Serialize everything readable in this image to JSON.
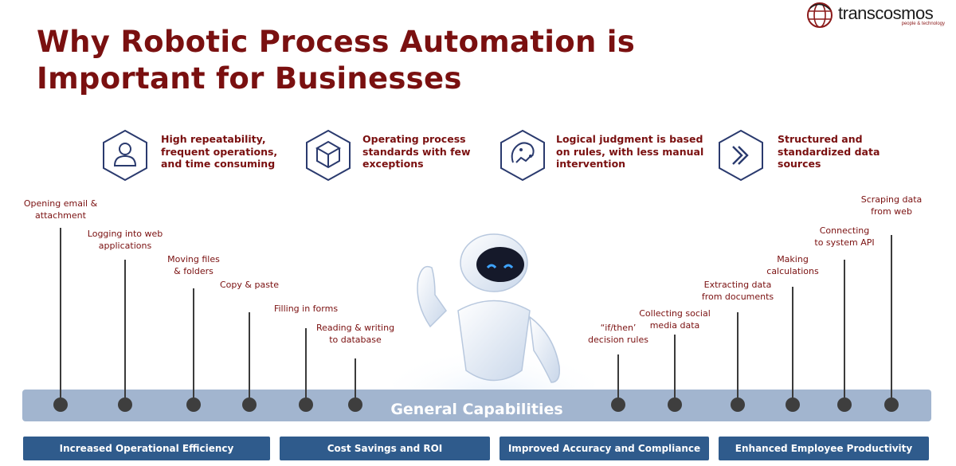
{
  "title": "Why Robotic Process Automation is Important for Businesses",
  "logo": {
    "name": "transcosmos",
    "tagline": "people & technology"
  },
  "criteria": [
    {
      "icon": "person-icon",
      "text": [
        "High repeatability,",
        "frequent operations,",
        "and time consuming"
      ]
    },
    {
      "icon": "cube-icon",
      "text": [
        "Operating process",
        "standards with few",
        "exceptions"
      ]
    },
    {
      "icon": "brain-circuit-icon",
      "text": [
        "Logical judgment is based",
        "on rules, with less manual",
        "intervention"
      ]
    },
    {
      "icon": "play-arrow-icon",
      "text": [
        "Structured and",
        "standardized data",
        "sources"
      ]
    }
  ],
  "capabilities": {
    "label": "General Capabilities",
    "items": [
      [
        "Opening email &",
        "attachment"
      ],
      [
        "Logging into web",
        "applications"
      ],
      [
        "Moving files",
        "& folders"
      ],
      [
        "Copy & paste"
      ],
      [
        "Filling in forms"
      ],
      [
        "Reading & writing",
        "to database"
      ],
      [
        "“if/then’",
        "decision rules"
      ],
      [
        "Collecting social",
        "media data"
      ],
      [
        "Extracting data",
        "from documents"
      ],
      [
        "Making",
        "calculations"
      ],
      [
        "Connecting",
        "to system API"
      ],
      [
        "Scraping data",
        "from web"
      ]
    ]
  },
  "benefits": [
    "Increased Operational Efficiency",
    "Cost Savings and ROI",
    "Improved Accuracy and Compliance",
    "Enhanced Employee Productivity"
  ],
  "colors": {
    "title": "#7a1010",
    "bar": "#a2b5cf",
    "pill": "#2f5b8c",
    "hex": "#2a3a6e"
  }
}
